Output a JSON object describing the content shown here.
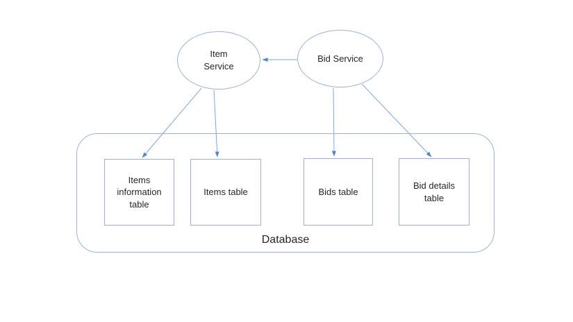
{
  "colors": {
    "background": "#ffffff",
    "shape_outline": "#9ab3d5",
    "arrow_line": "#7ea6dc",
    "arrowhead": "#4f86c6",
    "text": "#262626"
  },
  "diagram": {
    "services": {
      "item_service": {
        "label": "Item\nService"
      },
      "bid_service": {
        "label": "Bid Service"
      }
    },
    "database": {
      "label": "Database",
      "tables": {
        "items_information": {
          "label": "Items\ninformation\ntable"
        },
        "items": {
          "label": "Items table"
        },
        "bids": {
          "label": "Bids table"
        },
        "bid_details": {
          "label": "Bid details\ntable"
        }
      }
    },
    "connections": [
      {
        "from": "Bid Service",
        "to": "Item Service"
      },
      {
        "from": "Item Service",
        "to": "Items information table"
      },
      {
        "from": "Item Service",
        "to": "Items table"
      },
      {
        "from": "Bid Service",
        "to": "Bids table"
      },
      {
        "from": "Bid Service",
        "to": "Bid details table"
      }
    ]
  }
}
